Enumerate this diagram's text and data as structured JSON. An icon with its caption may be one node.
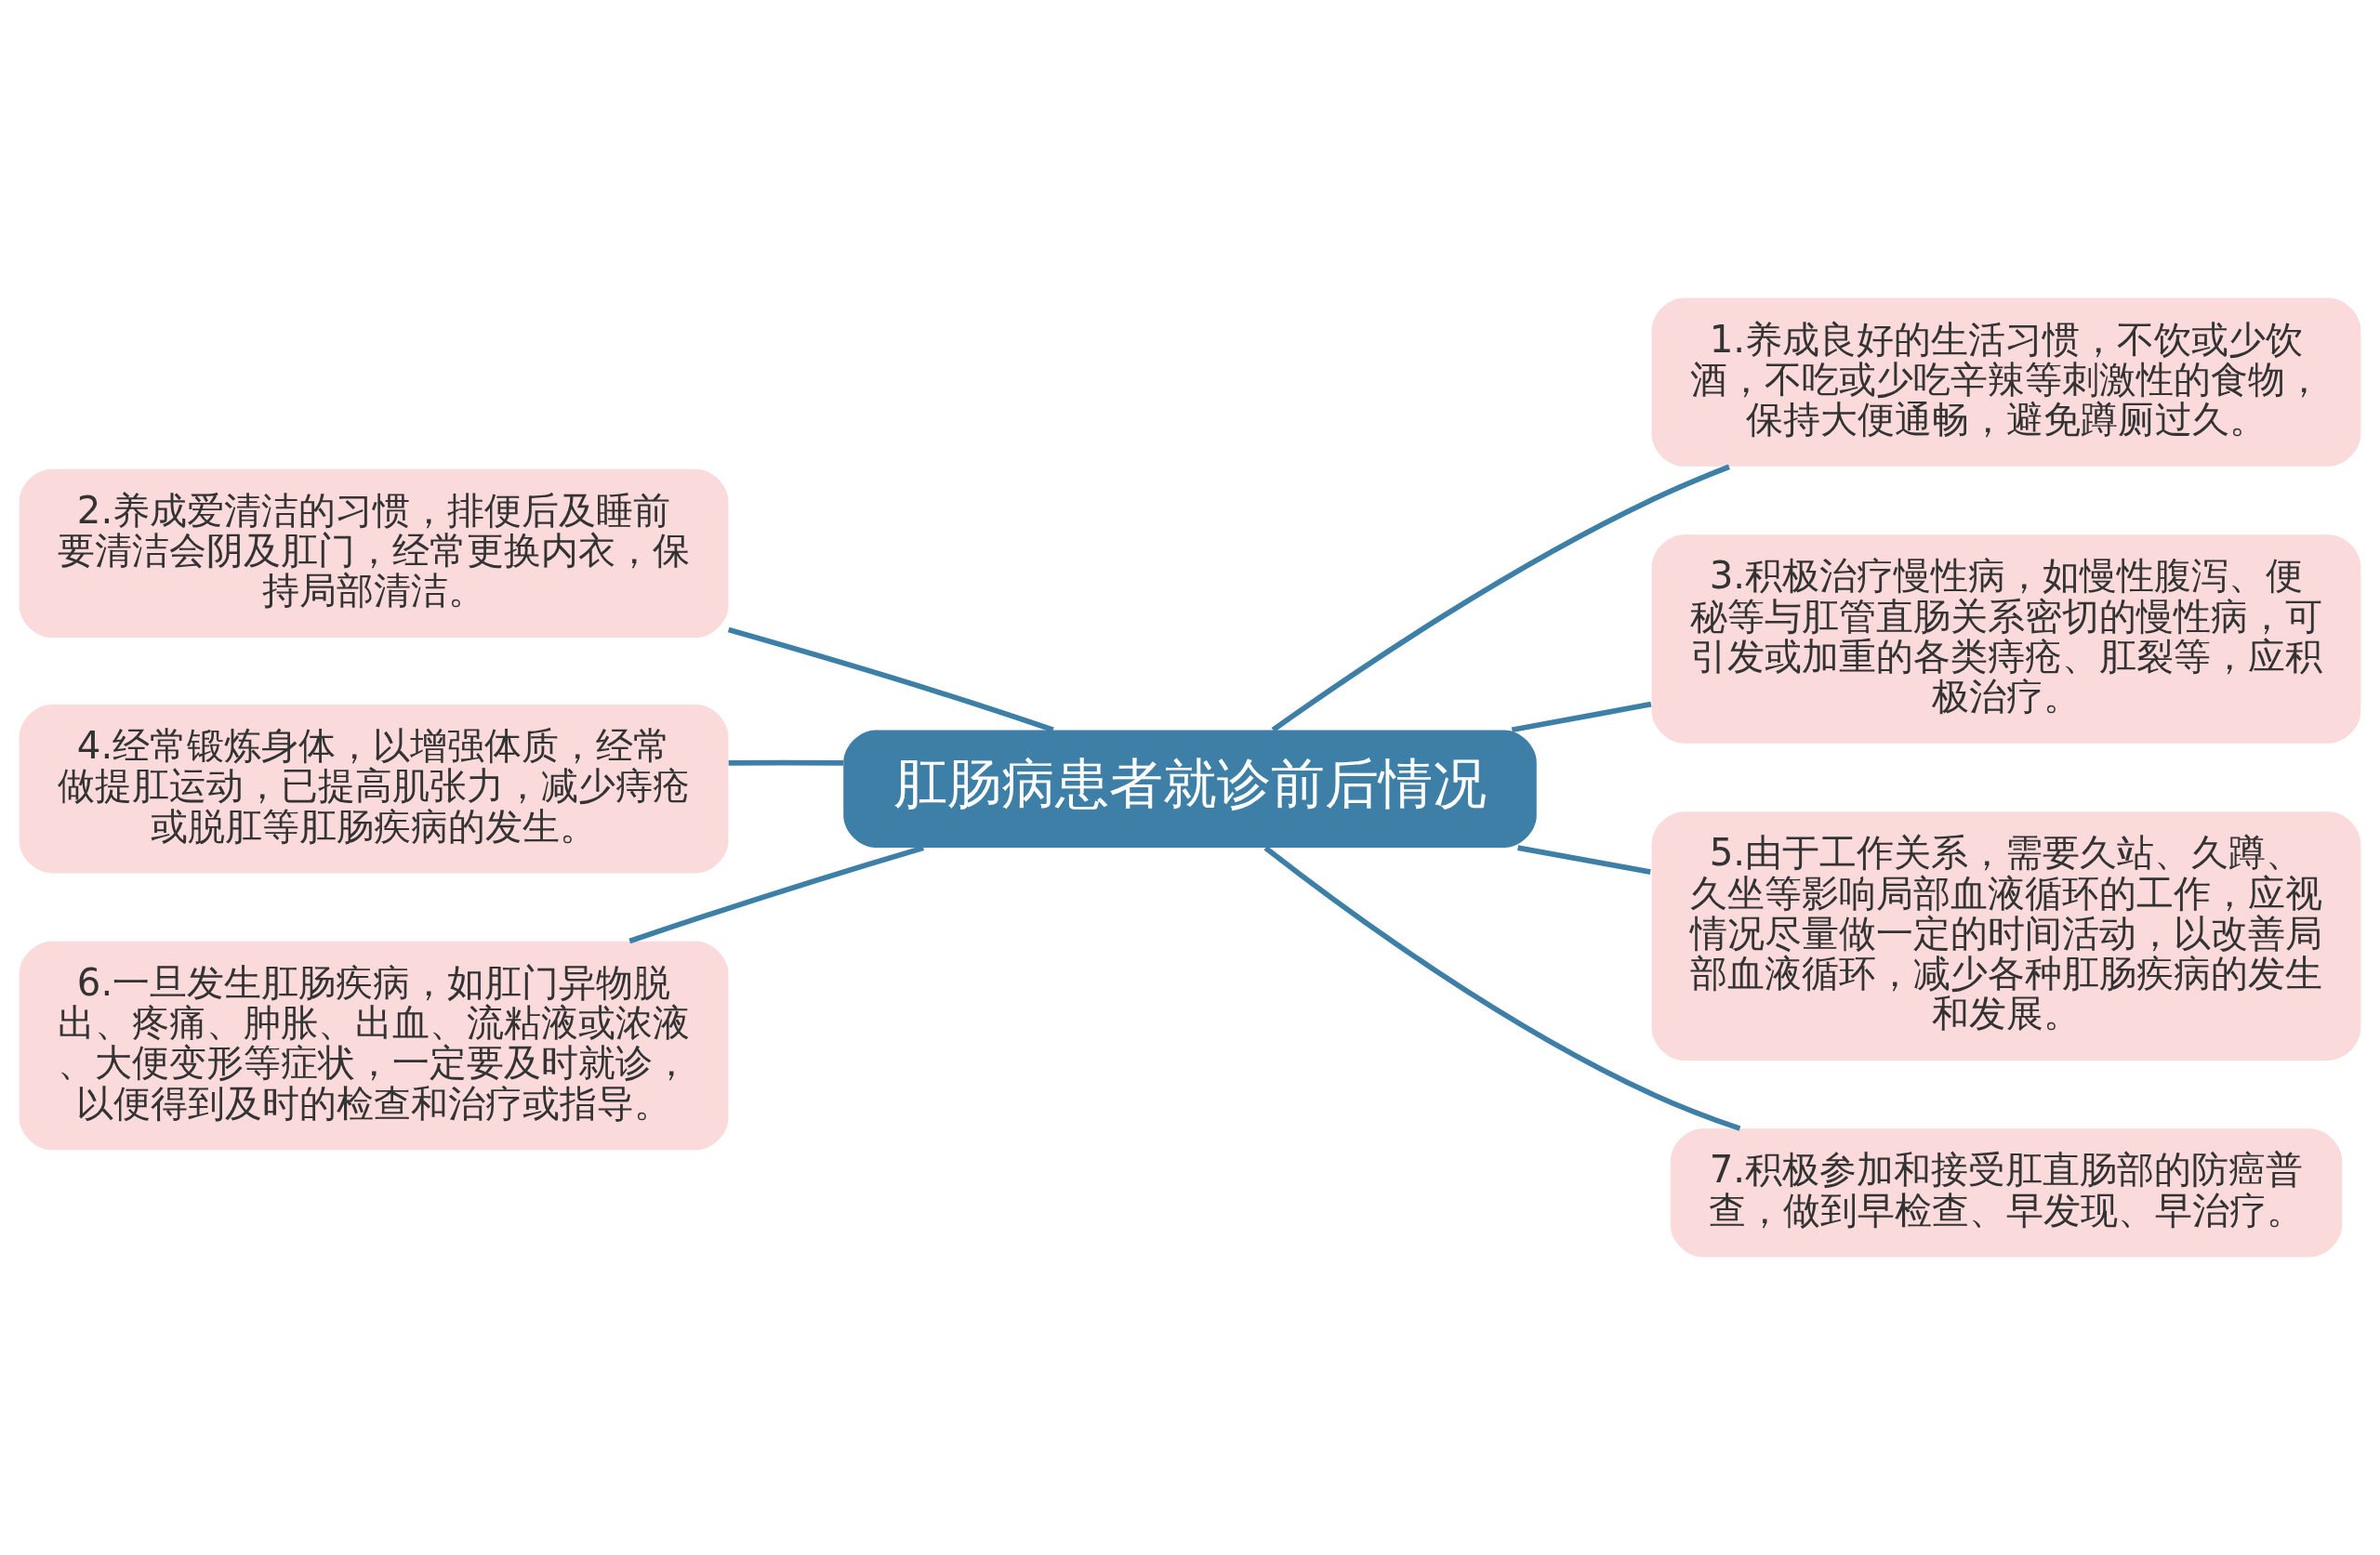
{
  "diagram": {
    "nodes": [
      {
        "text": [
          "肛肠病患者就诊前后情况"
        ]
      },
      {
        "text": [
          "1.养成良好的生活习惯，不饮或少饮酒，不吃或少吃辛辣等刺激性的食物，保持大便通畅，避免蹲厕过久。"
        ]
      },
      {
        "text": [
          "2.养成爱清洁的习惯，排便后及睡前要清洁会阴及肛门，经常更换内衣，保持局部清洁。"
        ]
      },
      {
        "text": [
          "3.积极治疗慢性病，如慢性腹泻、便秘等与肛管直肠关系密切的慢性病，可引发或加重的各类痔疮、肛裂等，应积极治疗。"
        ]
      },
      {
        "text": [
          "4.经常锻炼身体，以增强体质，经常做提肛运动，已提高肌张力，减少痔疮或脱肛等肛肠疾病的发生。"
        ]
      },
      {
        "text": [
          "5.由于工作关系，需要久站、久蹲、久坐等影响局部血液循环的工作，应视情况尽量做一定的时间活动，以改善局部血液循环，减少各种肛肠疾病的发生和发展。"
        ]
      },
      {
        "text": [
          "6.一旦发生肛肠疾病，如肛门异物脱出、疼痛、肿胀、出血、流粘液或浓液、大便变形等症状，一定要及时就诊，以便得到及时的检查和治疗或指导。"
        ]
      },
      {
        "text": [
          "7.积极参加和接受肛直肠部的防癌普查，做到早检查、早发现、早治疗。"
        ]
      }
    ],
    "edges": [
      {
        "from": 0,
        "to": 1,
        "arrow": "none"
      },
      {
        "from": 0,
        "to": 2,
        "arrow": "none"
      },
      {
        "from": 0,
        "to": 3,
        "arrow": "none"
      },
      {
        "from": 0,
        "to": 4,
        "arrow": "none"
      },
      {
        "from": 0,
        "to": 5,
        "arrow": "none"
      },
      {
        "from": 0,
        "to": 6,
        "arrow": "none"
      },
      {
        "from": 0,
        "to": 7,
        "arrow": "none"
      }
    ]
  }
}
